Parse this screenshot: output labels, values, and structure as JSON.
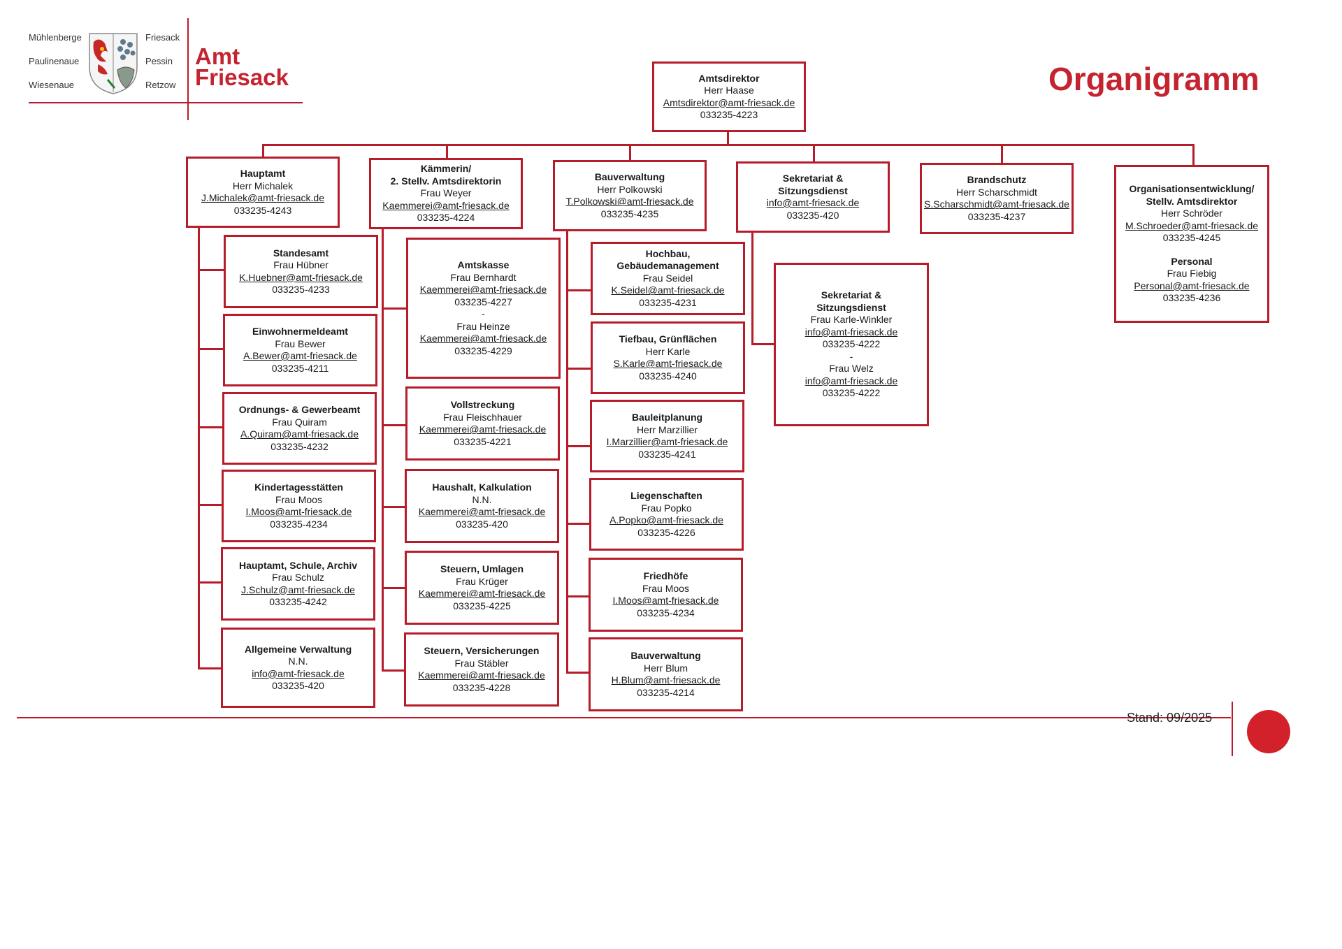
{
  "header": {
    "places_left": [
      "Mühlenberge",
      "Paulinenaue",
      "Wiesenaue"
    ],
    "places_right": [
      "Friesack",
      "Pessin",
      "Retzow"
    ],
    "logo_line1": "Amt",
    "logo_line2": "Friesack",
    "title": "Organigramm"
  },
  "director": {
    "title": "Amtsdirektor",
    "name": "Herr Haase",
    "email": "Amtsdirektor@amt-friesack.de",
    "phone": "033235-4223"
  },
  "departments": [
    {
      "title": "Hauptamt",
      "name": "Herr Michalek",
      "email": "J.Michalek@amt-friesack.de",
      "phone": "033235-4243"
    },
    {
      "title_lines": [
        "Kämmerin/",
        "2. Stellv. Amtsdirektorin"
      ],
      "name": "Frau Weyer",
      "email": "Kaemmerei@amt-friesack.de",
      "phone": "033235-4224"
    },
    {
      "title": "Bauverwaltung",
      "name": "Herr Polkowski",
      "email": "T.Polkowski@amt-friesack.de",
      "phone": "033235-4235"
    },
    {
      "title_lines": [
        "Sekretariat &",
        "Sitzungsdienst"
      ],
      "email": "info@amt-friesack.de",
      "phone": "033235-420"
    },
    {
      "title": "Brandschutz",
      "name": "Herr Scharschmidt",
      "email": "S.Scharschmidt@amt-friesack.de",
      "phone": "033235-4237"
    },
    {
      "title_lines": [
        "Organisationsentwicklung/",
        "Stellv. Amtsdirektor"
      ],
      "name": "Herr Schröder",
      "email": "M.Schroeder@amt-friesack.de",
      "phone": "033235-4245",
      "sub": {
        "title": "Personal",
        "name": "Frau Fiebig",
        "email": "Personal@amt-friesack.de",
        "phone": "033235-4236"
      }
    }
  ],
  "hauptamt_units": [
    {
      "title": "Standesamt",
      "name": "Frau Hübner",
      "email": "K.Huebner@amt-friesack.de",
      "phone": "033235-4233"
    },
    {
      "title": "Einwohnermeldeamt",
      "name": "Frau Bewer",
      "email": "A.Bewer@amt-friesack.de",
      "phone": "033235-4211"
    },
    {
      "title": "Ordnungs- & Gewerbeamt",
      "name": "Frau Quiram",
      "email": "A.Quiram@amt-friesack.de",
      "phone": "033235-4232"
    },
    {
      "title": "Kindertagesstätten",
      "name": "Frau Moos",
      "email": "I.Moos@amt-friesack.de",
      "phone": "033235-4234"
    },
    {
      "title": "Hauptamt, Schule, Archiv",
      "name": "Frau Schulz",
      "email": "J.Schulz@amt-friesack.de",
      "phone": "033235-4242"
    },
    {
      "title": "Allgemeine Verwaltung",
      "name": "N.N.",
      "email": "info@amt-friesack.de",
      "phone": "033235-420"
    }
  ],
  "kaemmerei_units": [
    {
      "title": "Amtskasse",
      "name": "Frau Bernhardt",
      "email": "Kaemmerei@amt-friesack.de",
      "phone": "033235-4227",
      "dash": "-",
      "name2": "Frau Heinze",
      "email2": "Kaemmerei@amt-friesack.de",
      "phone2": "033235-4229"
    },
    {
      "title": "Vollstreckung",
      "name": "Frau Fleischhauer",
      "email": "Kaemmerei@amt-friesack.de",
      "phone": "033235-4221"
    },
    {
      "title": "Haushalt, Kalkulation",
      "name": "N.N.",
      "email": "Kaemmerei@amt-friesack.de",
      "phone": "033235-420"
    },
    {
      "title": "Steuern, Umlagen",
      "name": "Frau Krüger",
      "email": "Kaemmerei@amt-friesack.de",
      "phone": "033235-4225"
    },
    {
      "title": "Steuern, Versicherungen",
      "name": "Frau Stäbler",
      "email": "Kaemmerei@amt-friesack.de",
      "phone": "033235-4228"
    }
  ],
  "bau_units": [
    {
      "title": "Hochbau, Gebäudemanagement",
      "name": "Frau Seidel",
      "email": "K.Seidel@amt-friesack.de",
      "phone": "033235-4231"
    },
    {
      "title": "Tiefbau, Grünflächen",
      "name": "Herr Karle",
      "email": "S.Karle@amt-friesack.de",
      "phone": "033235-4240"
    },
    {
      "title": "Bauleitplanung",
      "name": "Herr Marzillier",
      "email": "I.Marzillier@amt-friesack.de",
      "phone": "033235-4241"
    },
    {
      "title": "Liegenschaften",
      "name": "Frau Popko",
      "email": "A.Popko@amt-friesack.de",
      "phone": "033235-4226"
    },
    {
      "title": "Friedhöfe",
      "name": "Frau Moos",
      "email": "I.Moos@amt-friesack.de",
      "phone": "033235-4234"
    },
    {
      "title": "Bauverwaltung",
      "name": "Herr Blum",
      "email": "H.Blum@amt-friesack.de",
      "phone": "033235-4214"
    }
  ],
  "sekretariat_unit": {
    "title_lines": [
      "Sekretariat &",
      "Sitzungsdienst"
    ],
    "name": "Frau Karle-Winkler",
    "email": "info@amt-friesack.de",
    "phone": "033235-4222",
    "dash": "-",
    "name2": "Frau Welz",
    "email2": "info@amt-friesack.de",
    "phone2": "033235-4222"
  },
  "footer": {
    "stand": "Stand: 09/2025"
  },
  "colors": {
    "accent": "#b71c2b",
    "logo": "#c4242f",
    "seal": "#d3212c"
  }
}
